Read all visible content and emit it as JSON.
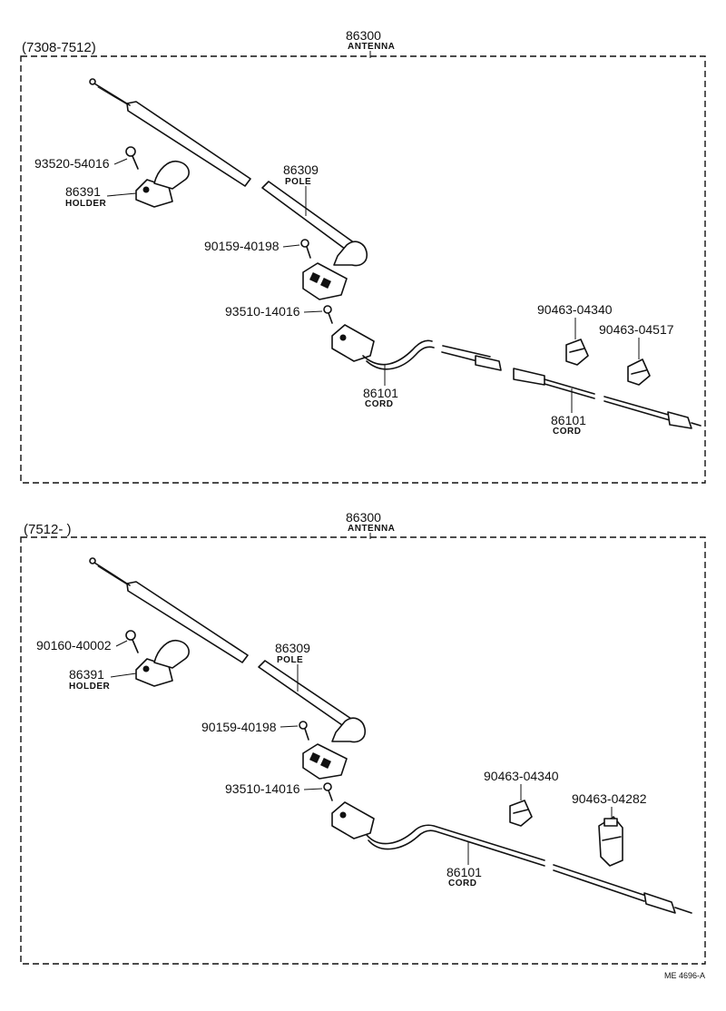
{
  "diagram_top": {
    "range": "(7308-7512)",
    "antenna_num": "86300",
    "antenna_name": "ANTENNA",
    "pole_num": "86309",
    "pole_name": "POLE",
    "holder_num": "86391",
    "holder_name": "HOLDER",
    "screw_a": "93520-54016",
    "screw_b": "90159-40198",
    "screw_c": "93510-14016",
    "cord1_num": "86101",
    "cord1_name": "CORD",
    "cord2_num": "86101",
    "cord2_name": "CORD",
    "clamp_a": "90463-04340",
    "clamp_b": "90463-04517"
  },
  "diagram_bottom": {
    "range": "(7512-        )",
    "antenna_num": "86300",
    "antenna_name": "ANTENNA",
    "pole_num": "86309",
    "pole_name": "POLE",
    "holder_num": "86391",
    "holder_name": "HOLDER",
    "screw_a": "90160-40002",
    "screw_b": "90159-40198",
    "screw_c": "93510-14016",
    "cord_num": "86101",
    "cord_name": "CORD",
    "clamp_a": "90463-04340",
    "clamp_b": "90463-04282"
  },
  "drawing_code": "ME 4696-A"
}
